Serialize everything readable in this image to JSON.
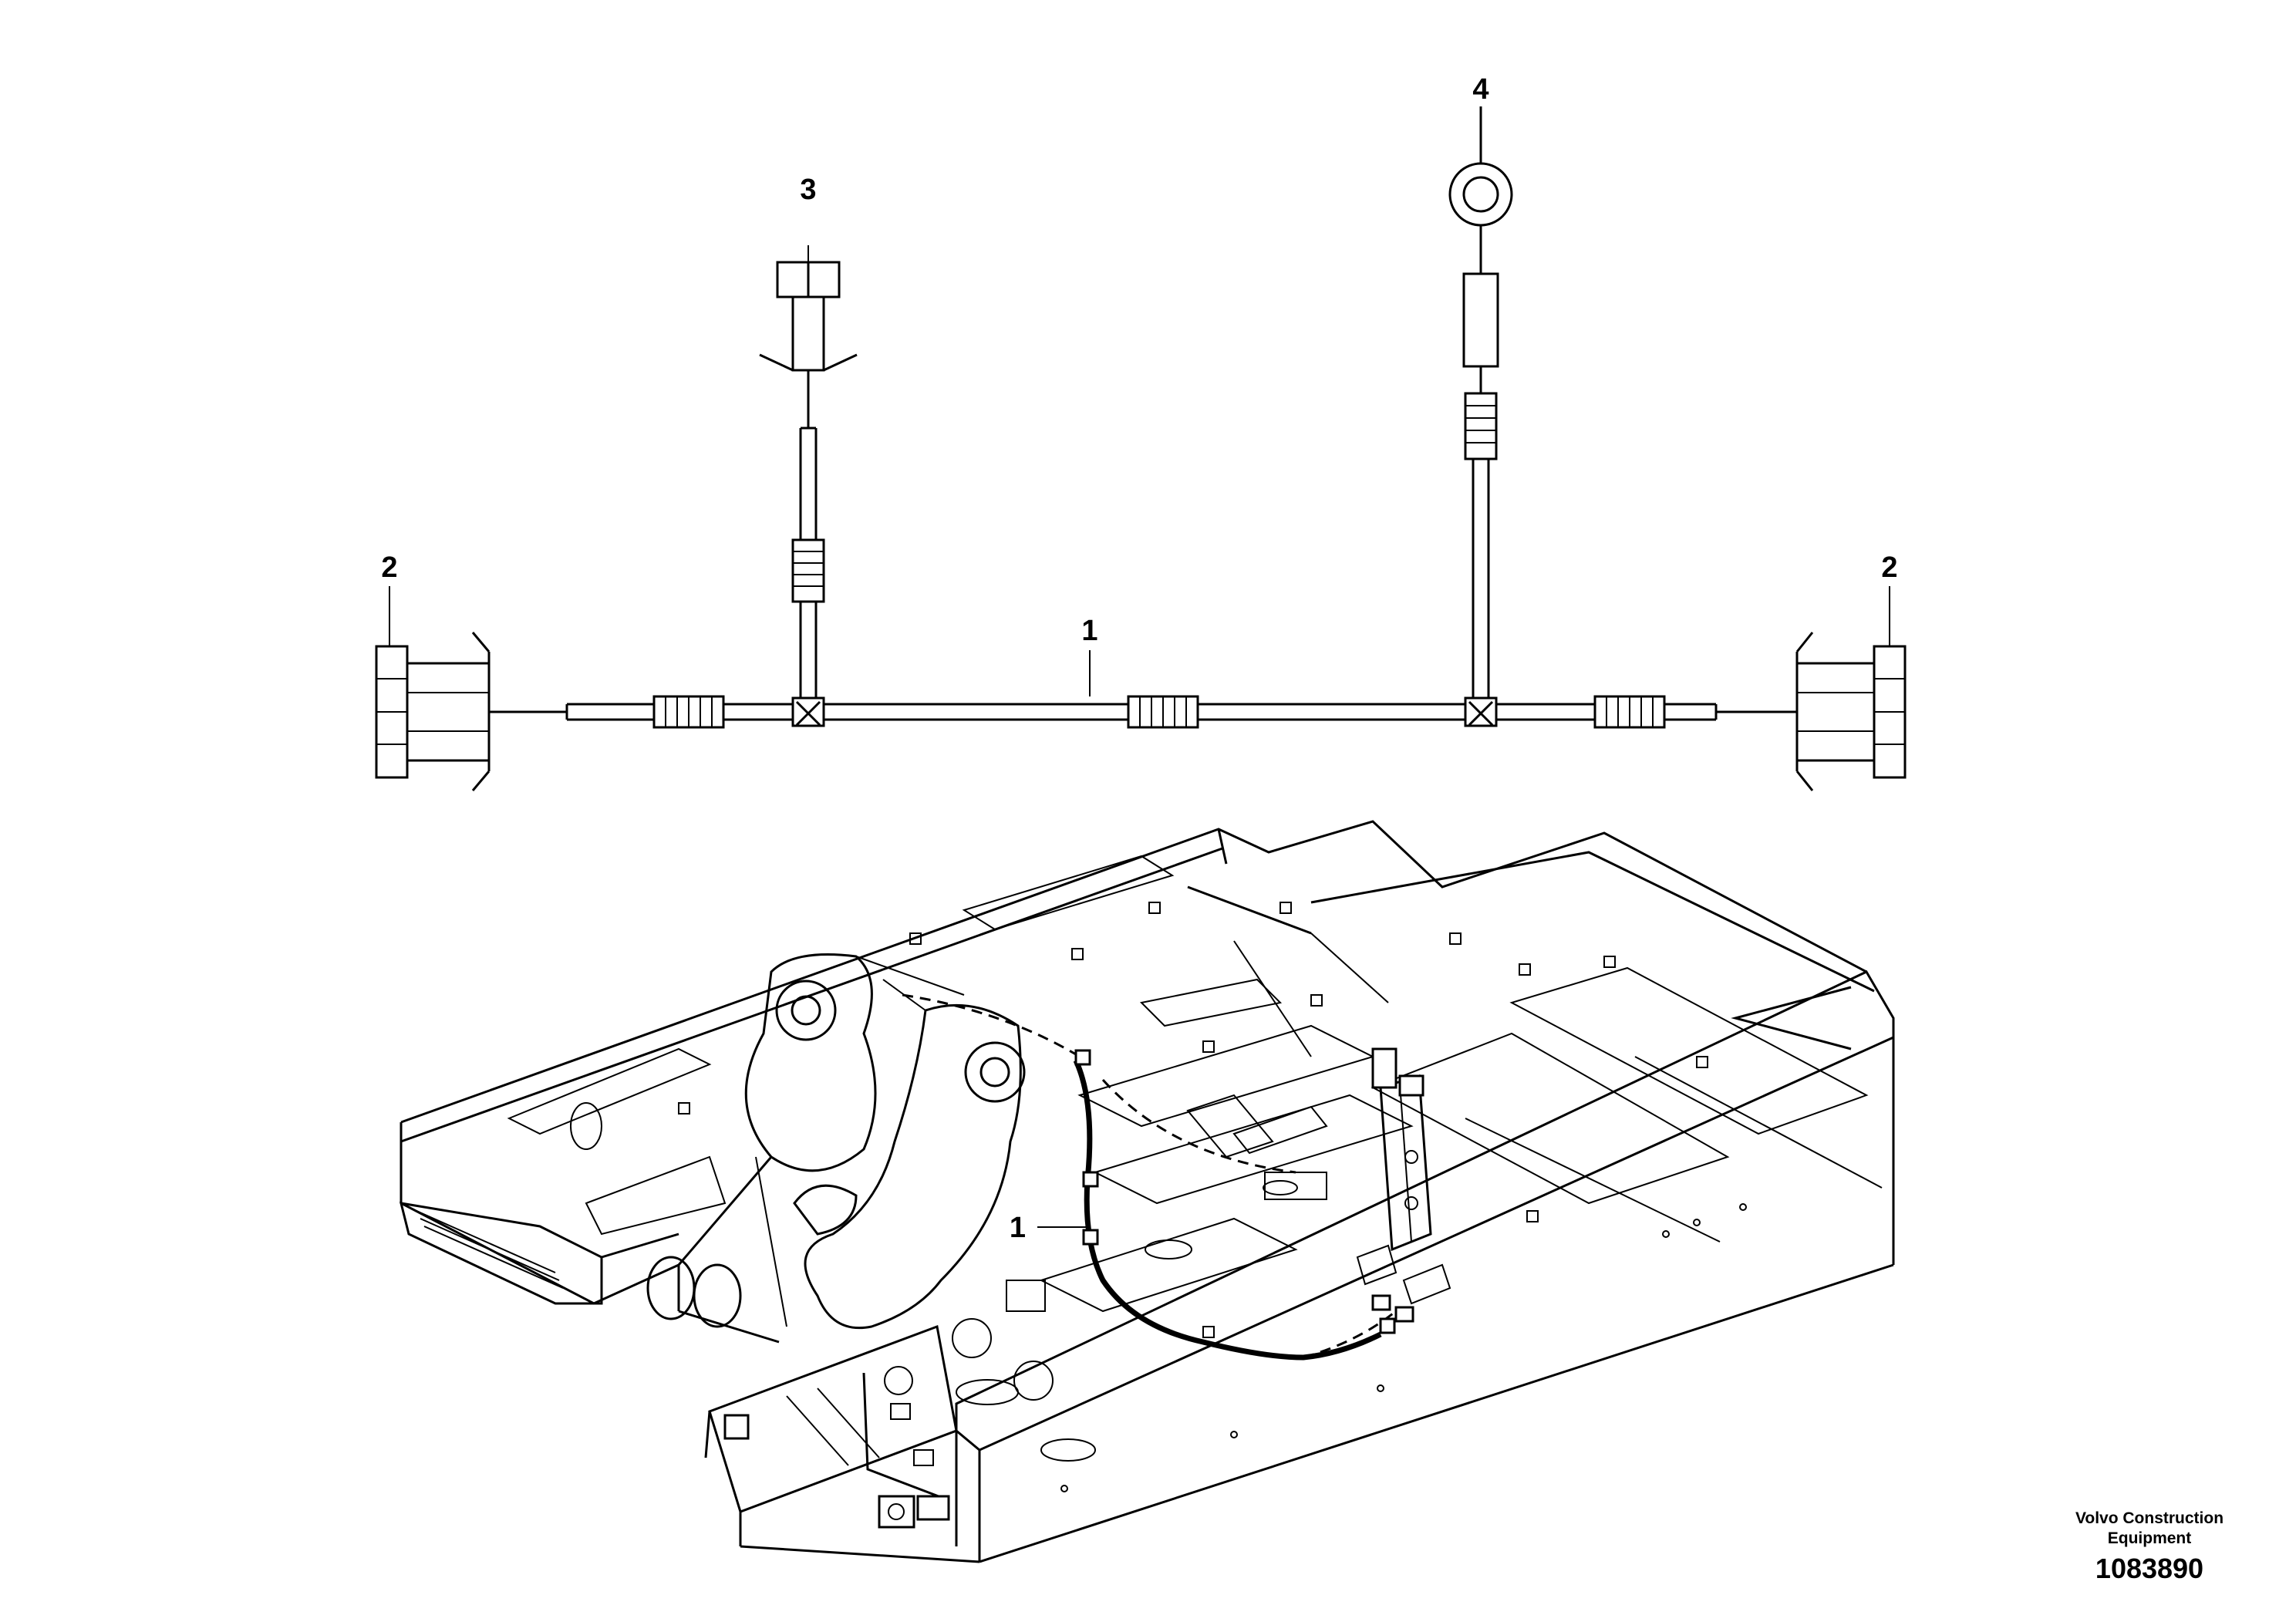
{
  "callouts": {
    "harness_main": "1",
    "connector_left": "2",
    "connector_right": "2",
    "connector_top": "3",
    "ring_terminal": "4",
    "frame_harness": "1"
  },
  "footer": {
    "org_line1": "Volvo Construction",
    "org_line2": "Equipment",
    "drawing_number": "1083890"
  }
}
